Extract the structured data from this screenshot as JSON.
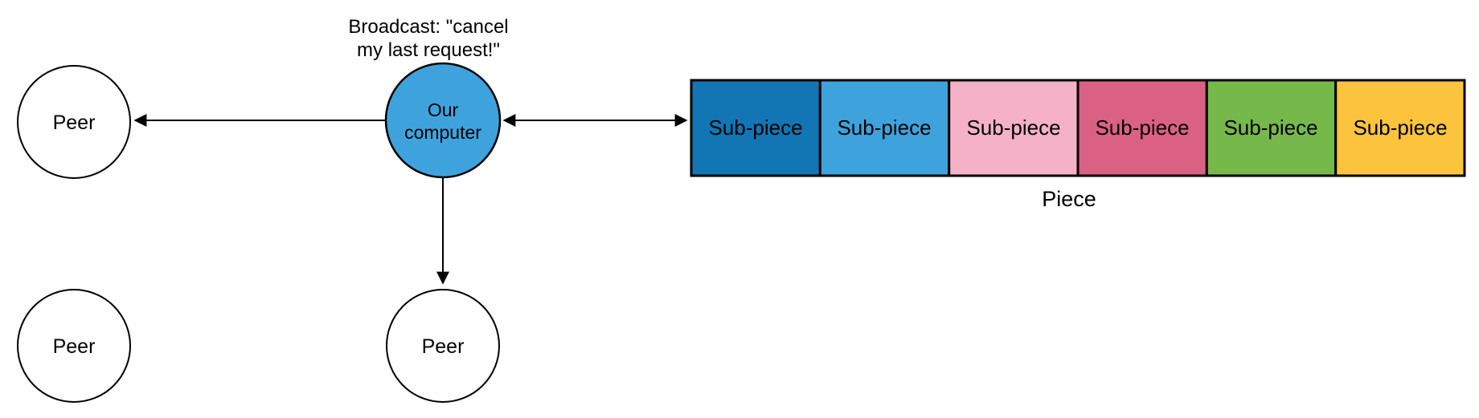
{
  "diagram": {
    "title_caption": {
      "line1": "Broadcast: \"cancel",
      "line2": "my last request!\""
    },
    "our_computer": {
      "label_line1": "Our",
      "label_line2": "computer",
      "fill": "#3ea3dc",
      "stroke": "#000000"
    },
    "peers": [
      {
        "label": "Peer"
      },
      {
        "label": "Peer"
      },
      {
        "label": "Peer"
      }
    ],
    "piece": {
      "label": "Piece",
      "sub_pieces": [
        {
          "label": "Sub-piece",
          "color": "#1276b5"
        },
        {
          "label": "Sub-piece",
          "color": "#3ea3dc"
        },
        {
          "label": "Sub-piece",
          "color": "#f4b1c7"
        },
        {
          "label": "Sub-piece",
          "color": "#db6184"
        },
        {
          "label": "Sub-piece",
          "color": "#77b84b"
        },
        {
          "label": "Sub-piece",
          "color": "#fbc43c"
        }
      ]
    },
    "colors": {
      "background": "#ffffff",
      "line_stroke": "#000000",
      "peer_fill": "#ffffff",
      "text": "#000000"
    }
  }
}
